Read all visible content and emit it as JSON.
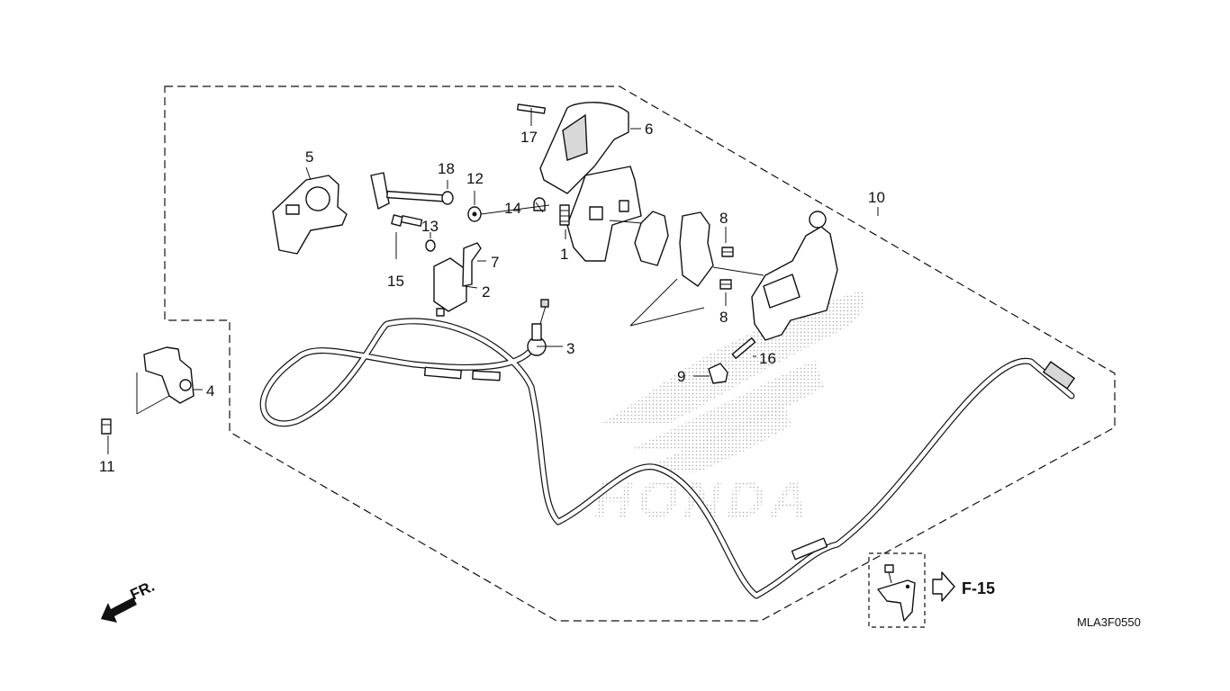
{
  "diagram": {
    "callouts": {
      "c1": "1",
      "c2": "2",
      "c3": "3",
      "c4": "4",
      "c5": "5",
      "c6": "6",
      "c7": "7",
      "c8a": "8",
      "c8b": "8",
      "c9": "9",
      "c10": "10",
      "c11": "11",
      "c12": "12",
      "c13": "13",
      "c14": "14",
      "c15": "15",
      "c16": "16",
      "c17": "17",
      "c18": "18"
    },
    "front_label": "FR.",
    "reference_label": "F-15",
    "diagram_code": "MLA3F0550",
    "watermark_text": "HONDA"
  }
}
